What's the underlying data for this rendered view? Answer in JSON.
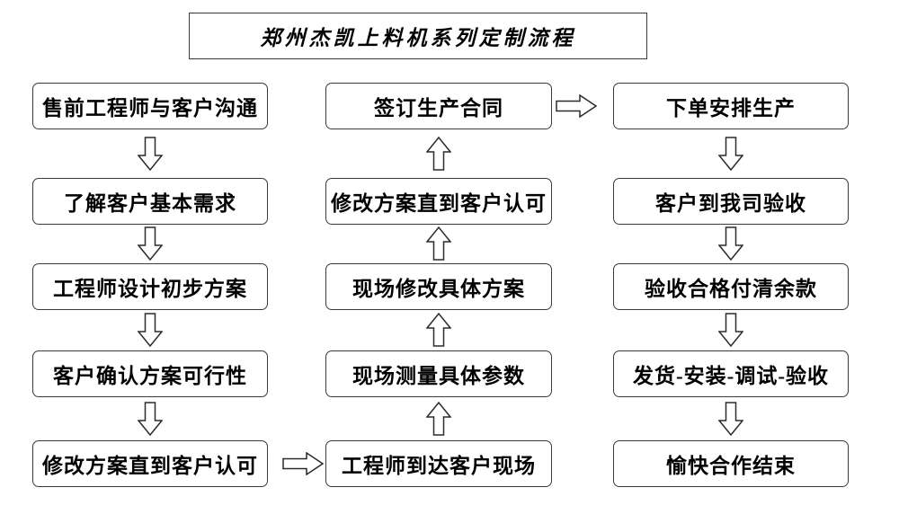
{
  "title": "郑州杰凯上料机系列定制流程",
  "flow": {
    "left_column": [
      "售前工程师与客户沟通",
      "了解客户基本需求",
      "工程师设计初步方案",
      "客户确认方案可行性",
      "修改方案直到客户认可"
    ],
    "middle_column": [
      "签订生产合同",
      "修改方案直到客户认可",
      "现场修改具体方案",
      "现场测量具体参数",
      "工程师到达客户现场"
    ],
    "right_column": [
      "下单安排生产",
      "客户到我司验收",
      "验收合格付清余款",
      "发货-安装-调试-验收",
      "愉快合作结束"
    ]
  },
  "colors": {
    "border": "#3a3a3a",
    "background": "#ffffff",
    "text": "#000000"
  }
}
